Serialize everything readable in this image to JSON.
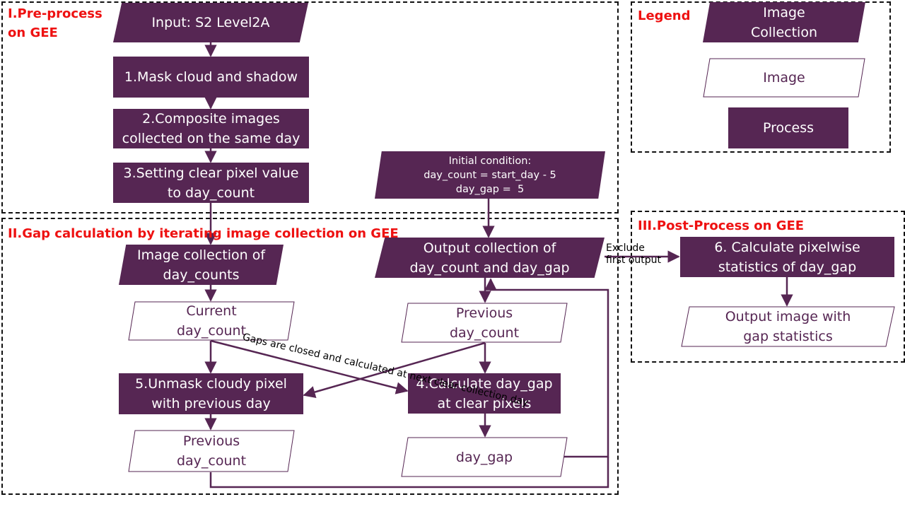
{
  "sections": {
    "pre": "I.Pre-process\non GEE",
    "gap": "II.Gap calculation by iterating image collection on GEE",
    "post": "III.Post-Process on GEE",
    "legend": "Legend"
  },
  "legend": {
    "collection": "Image\nCollection",
    "image": "Image",
    "process": "Process"
  },
  "preprocess": {
    "input": "Input: S2 Level2A",
    "step1": "1.Mask cloud and shadow",
    "step2": "2.Composite images\ncollected on the same day",
    "step3": "3.Setting clear pixel value\nto day_count"
  },
  "initial_condition": "Initial condition:\nday_count = start_day - 5\nday_gap =  5",
  "gap_calc": {
    "collection_day_counts": "Image collection of\nday_counts",
    "current_day_count": "Current\nday_count",
    "step5": "5.Unmask cloudy pixel\nwith previous day",
    "previous_day_count_left": "Previous\nday_count",
    "output_collection": "Output collection of\nday_count and day_gap",
    "previous_day_count_right": "Previous\nday_count",
    "step4": "4.Calculate day_gap\nat clear pixels",
    "day_gap": "day_gap",
    "gaps_note": "Gaps are closed and calculated\nat next clear collection day",
    "exclude_note": "Exclude\nfirst output"
  },
  "postprocess": {
    "step6": "6. Calculate pixelwise\nstatistics of day_gap",
    "output_image": "Output image with\ngap statistics"
  },
  "colors": {
    "accent": "#562653",
    "section_label": "#ee1111",
    "border": "#111111"
  }
}
